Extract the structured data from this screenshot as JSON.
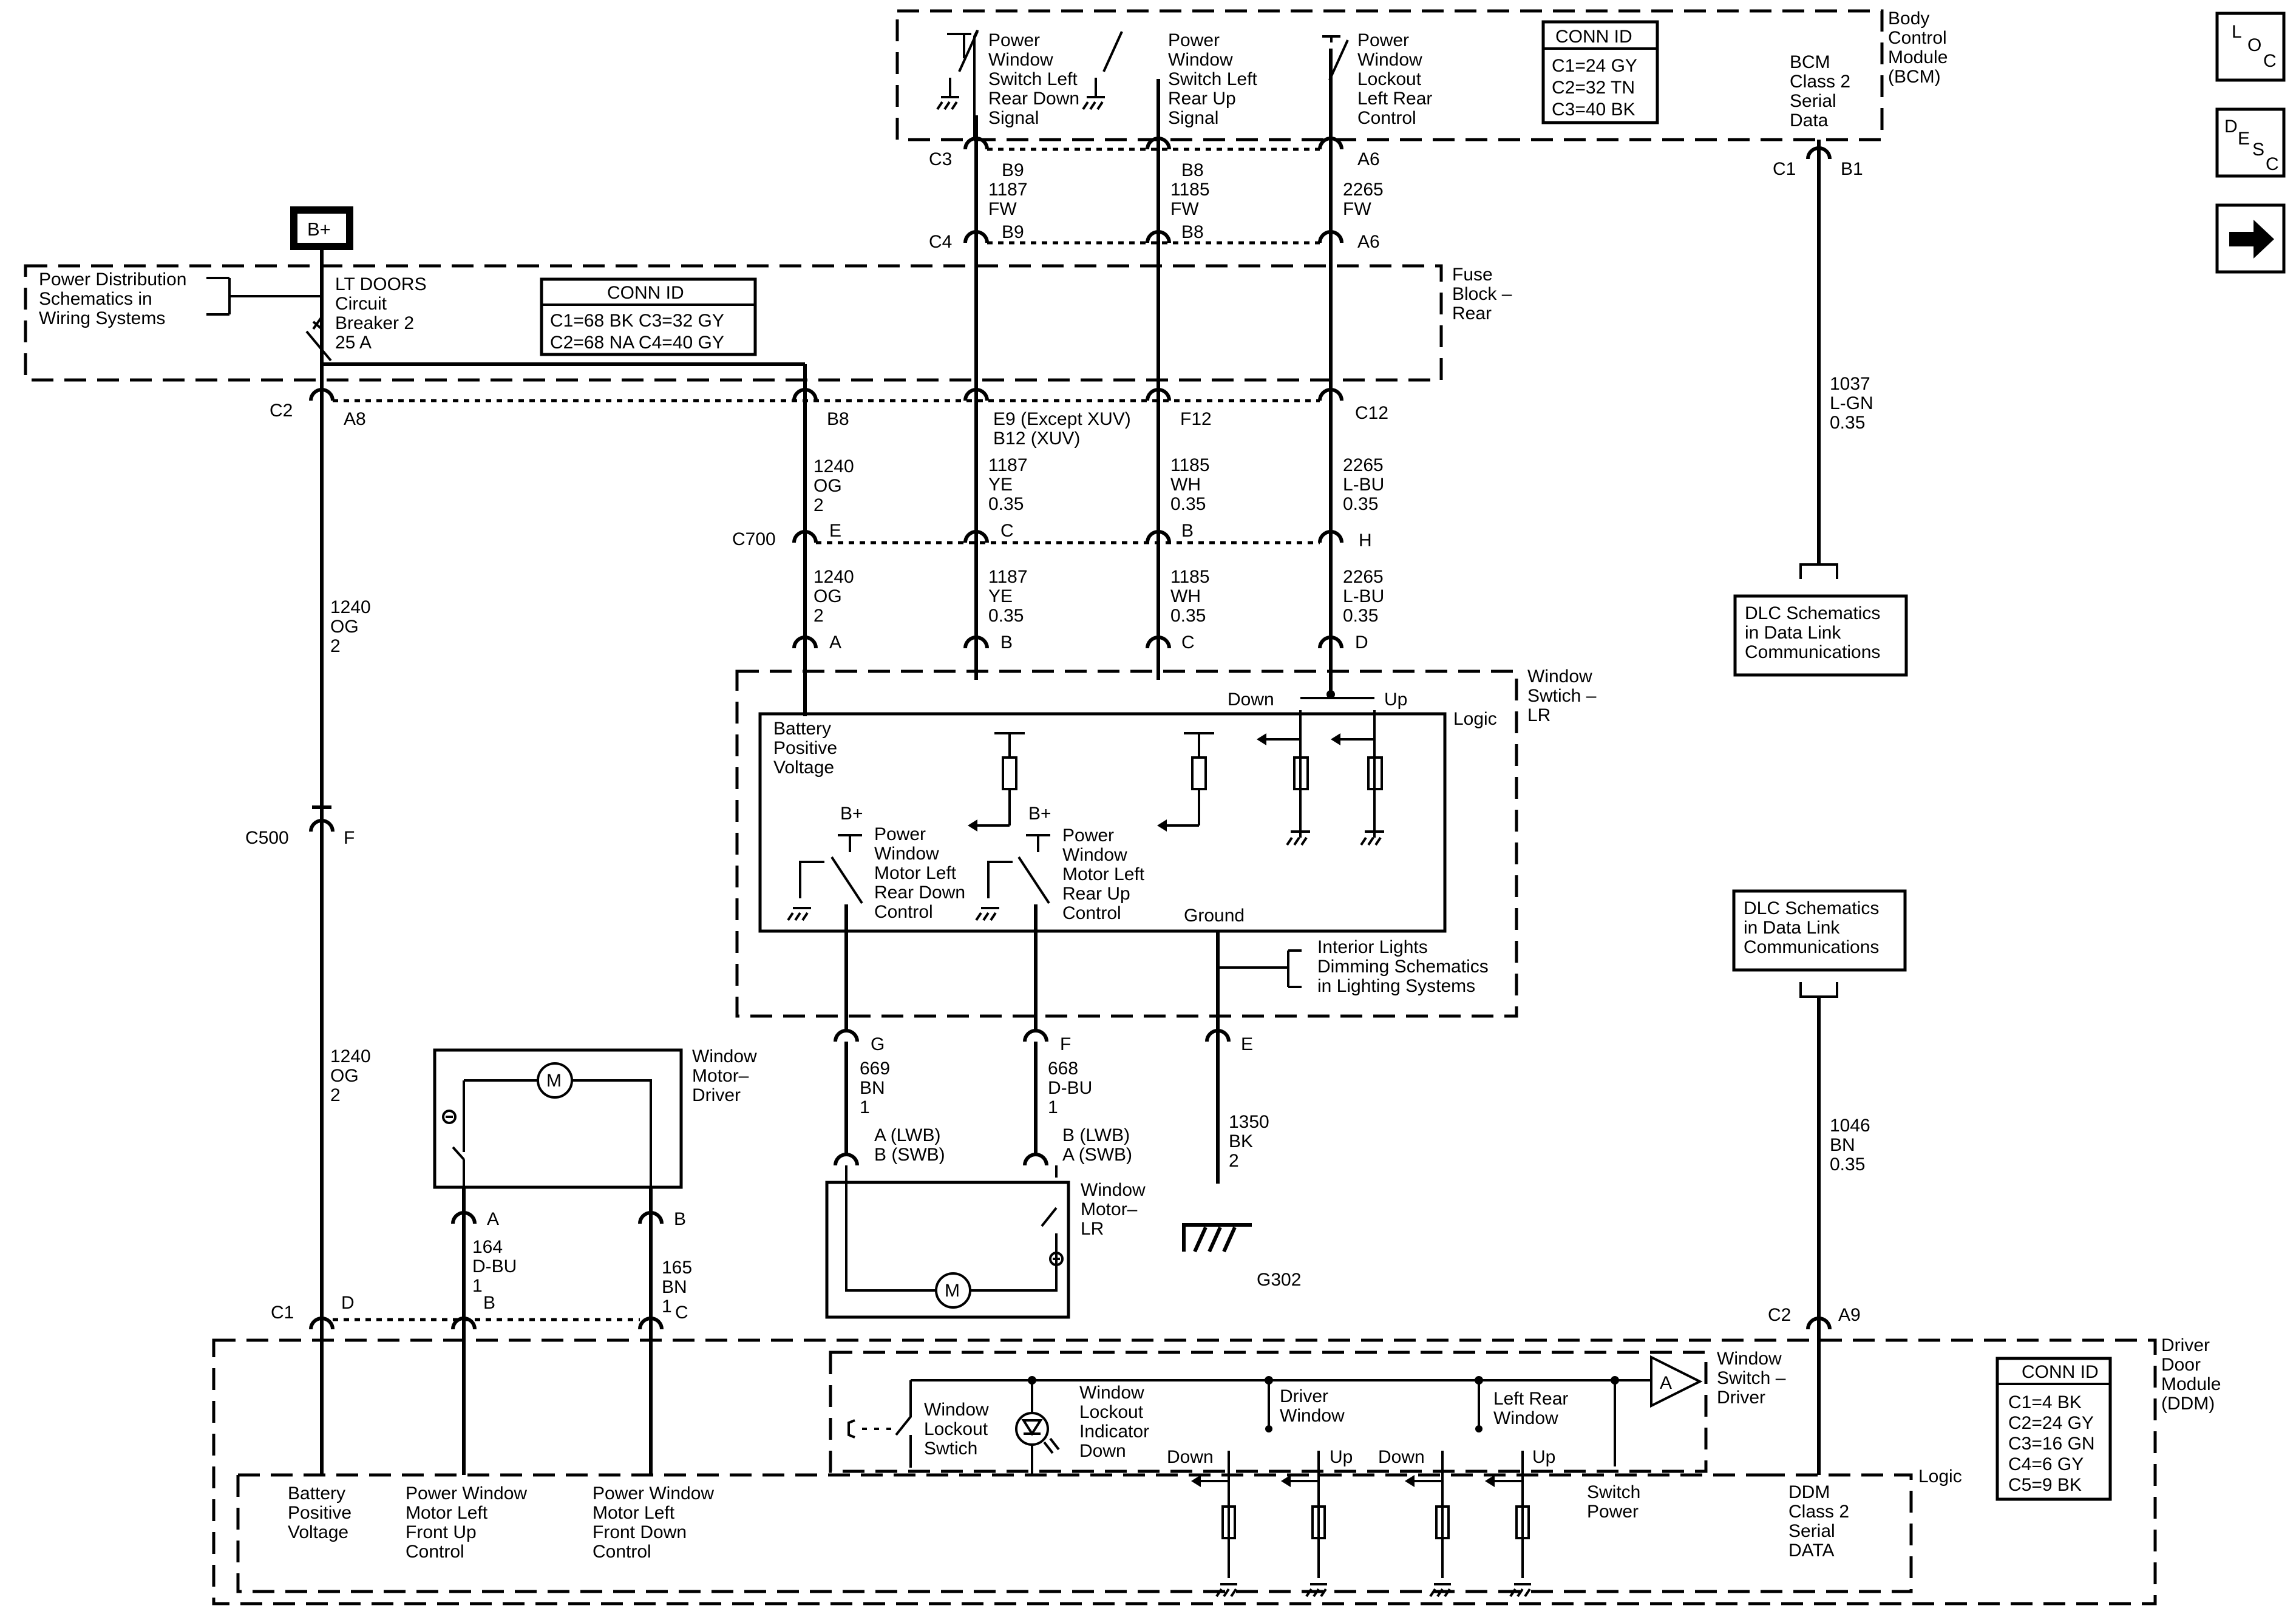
{
  "bcm": {
    "title": [
      "Body",
      "Control",
      "Module",
      "(BCM)"
    ],
    "conn_title": "CONN ID",
    "conn": [
      "C1=24 GY",
      "C2=32 TN",
      "C3=40 BK"
    ],
    "pwr_down": [
      "Power",
      "Window",
      "Switch Left",
      "Rear Down",
      "Signal"
    ],
    "pwr_up": [
      "Power",
      "Window",
      "Switch Left",
      "Rear Up",
      "Signal"
    ],
    "lockout": [
      "Power",
      "Window",
      "Lockout",
      "Left Rear",
      "Control"
    ],
    "serial": [
      "BCM",
      "Class 2",
      "Serial",
      "Data"
    ]
  },
  "nav": {
    "loc": [
      "L",
      "O",
      "C"
    ],
    "desc": [
      "D",
      "E",
      "S",
      "C"
    ]
  },
  "fuse": {
    "title": [
      "Fuse",
      "Block –",
      "Rear"
    ],
    "bplus": "B+",
    "pd_ref": [
      "Power Distribution",
      "Schematics in",
      "Wiring Systems"
    ],
    "breaker": [
      "LT DOORS",
      "Circuit",
      "Breaker 2",
      "25 A"
    ],
    "conn_title": "CONN ID",
    "conn": [
      "C1=68 BK  C3=32 GY",
      "C2=68 NA  C4=40 GY"
    ]
  },
  "conn_top": {
    "c3": "C3",
    "c4": "C4",
    "b9": "B9",
    "b8": "B8",
    "a6": "A6",
    "c1": "C1",
    "b1": "B1"
  },
  "wires_top": {
    "w1187": [
      "1187",
      "FW"
    ],
    "w1185": [
      "1185",
      "FW"
    ],
    "w2265": [
      "2265",
      "FW"
    ]
  },
  "conn_mid": {
    "c2": "C2",
    "a8": "A8",
    "b8": "B8",
    "e9": "E9 (Except XUV)",
    "b12": "B12 (XUV)",
    "f12": "F12",
    "c12": "C12",
    "c700": "C700",
    "e": "E",
    "c": "C",
    "b": "B",
    "h": "H",
    "a": "A",
    "b2": "B",
    "c3": "C",
    "d": "D"
  },
  "wires_mid": {
    "w1240a": [
      "1240",
      "OG",
      "2"
    ],
    "w1187a": [
      "1187",
      "YE",
      "0.35"
    ],
    "w1185a": [
      "1185",
      "WH",
      "0.35"
    ],
    "w2265a": [
      "2265",
      "L-BU",
      "0.35"
    ],
    "w1240b": [
      "1240",
      "OG",
      "2"
    ],
    "w1187b": [
      "1187",
      "YE",
      "0.35"
    ],
    "w1185b": [
      "1185",
      "WH",
      "0.35"
    ],
    "w2265b": [
      "2265",
      "L-BU",
      "0.35"
    ],
    "w1240c": [
      "1240",
      "OG",
      "2"
    ],
    "w1240d": [
      "1240",
      "OG",
      "2"
    ],
    "w1037": [
      "1037",
      "L-GN",
      "0.35"
    ],
    "w1046": [
      "1046",
      "BN",
      "0.35"
    ]
  },
  "dlc": {
    "top": [
      "DLC Schematics",
      "in Data Link",
      "Communications"
    ],
    "bottom": [
      "DLC Schematics",
      "in Data Link",
      "Communications"
    ]
  },
  "lr": {
    "title": [
      "Window",
      "Swtich –",
      "LR"
    ],
    "logic": "Logic",
    "batt": [
      "Battery",
      "Positive",
      "Voltage"
    ],
    "down": "Down",
    "up": "Up",
    "bp1": "B+",
    "bp2": "B+",
    "motor_down": [
      "Power",
      "Window",
      "Motor Left",
      "Rear Down",
      "Control"
    ],
    "motor_up": [
      "Power",
      "Window",
      "Motor Left",
      "Rear Up",
      "Control"
    ],
    "ground": "Ground",
    "interior": [
      "Interior Lights",
      "Dimming Schematics",
      "in Lighting Systems"
    ],
    "g": "G",
    "f": "F",
    "e": "E",
    "w669": [
      "669",
      "BN",
      "1"
    ],
    "w668": [
      "668",
      "D-BU",
      "1"
    ],
    "w1350": [
      "1350",
      "BK",
      "2"
    ],
    "lwb1": [
      "A (LWB)",
      "B (SWB)"
    ],
    "lwb2": [
      "B (LWB)",
      "A (SWB)"
    ],
    "motor_lr": [
      "Window",
      "Motor–",
      "LR"
    ],
    "m": "M",
    "g302": "G302",
    "c500": "C500",
    "f500": "F"
  },
  "driver_motor": {
    "title": [
      "Window",
      "Motor–",
      "Driver"
    ],
    "m": "M",
    "a": "A",
    "b": "B",
    "w164": [
      "164",
      "D-BU",
      "1"
    ],
    "w165": [
      "165",
      "BN",
      "1"
    ]
  },
  "ddm": {
    "title": [
      "Driver",
      "Door",
      "Module",
      "(DDM)"
    ],
    "conn_title": "CONN ID",
    "conn": [
      "C1=4 BK",
      "C2=24 GY",
      "C3=16 GN",
      "C4=6 GY",
      "C5=9 BK"
    ],
    "c1": "C1",
    "d": "D",
    "b": "B",
    "c": "C",
    "c2": "C2",
    "a9": "A9",
    "batt": [
      "Battery",
      "Positive",
      "Voltage"
    ],
    "front_up": [
      "Power Window",
      "Motor Left",
      "Front Up",
      "Control"
    ],
    "front_down": [
      "Power Window",
      "Motor Left",
      "Front Down",
      "Control"
    ],
    "lockout": [
      "Window",
      "Lockout",
      "Swtich"
    ],
    "indicator": [
      "Window",
      "Lockout",
      "Indicator",
      "Down"
    ],
    "driver_window": [
      "Driver",
      "Window"
    ],
    "left_rear": [
      "Left Rear",
      "Window"
    ],
    "down1": "Down",
    "up1": "Up",
    "down2": "Down",
    "up2": "Up",
    "switch_power": [
      "Switch",
      "Power"
    ],
    "serial": [
      "DDM",
      "Class 2",
      "Serial",
      "DATA"
    ],
    "logic": "Logic",
    "amp": "A",
    "switch_driver": [
      "Window",
      "Switch –",
      "Driver"
    ]
  }
}
